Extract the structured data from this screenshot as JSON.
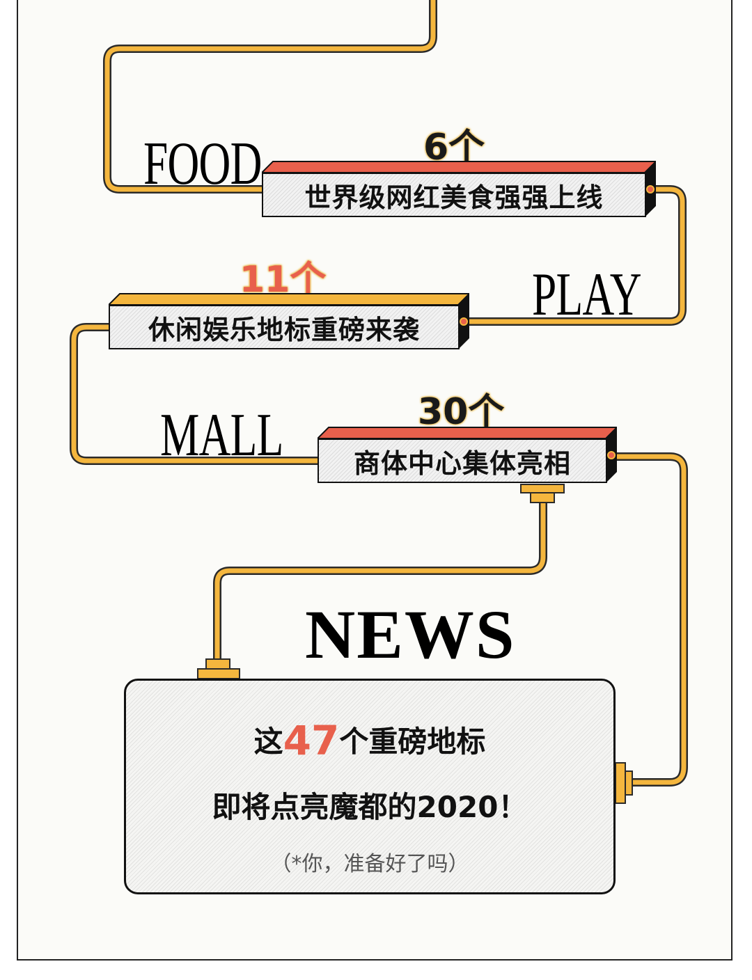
{
  "colors": {
    "wire": "#f4b63e",
    "wire_edge": "#2a2a2a",
    "red": "#e8604c",
    "yellow": "#f4b63e",
    "count_glow": "#e9b949"
  },
  "sections": [
    {
      "tag": "FOOD",
      "count": "6个",
      "title": "世界级网红美食强强上线",
      "top_color": "red"
    },
    {
      "tag": "PLAY",
      "count": "11个",
      "title": "休闲娱乐地标重磅来袭",
      "top_color": "yellow"
    },
    {
      "tag": "MALL",
      "count": "30个",
      "title": "商体中心集体亮相",
      "top_color": "red"
    }
  ],
  "news": {
    "title": "NEWS",
    "line1_pre": "这",
    "line1_num": "47",
    "line1_post": "个重磅地标",
    "line2": "即将点亮魔都的2020！",
    "line3": "（*你，准备好了吗）"
  }
}
